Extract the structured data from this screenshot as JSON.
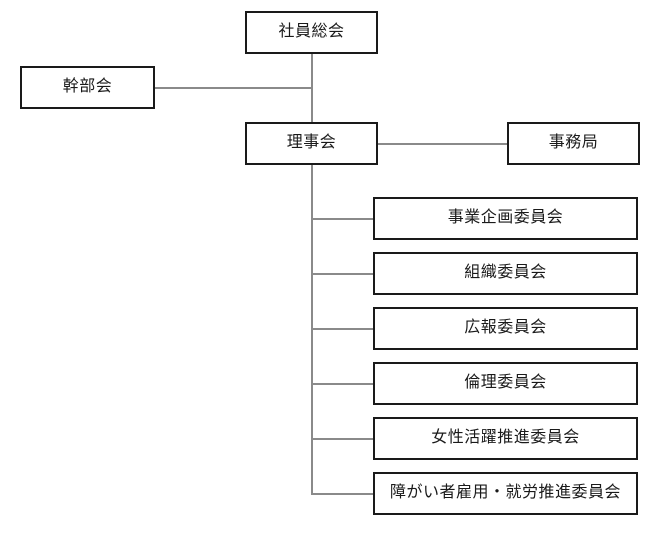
{
  "diagram": {
    "title_nodes": {
      "general_assembly": "社員総会",
      "executive_board": "幹部会",
      "board_of_directors": "理事会",
      "secretariat": "事務局"
    },
    "committees": [
      {
        "label": "事業企画委員会"
      },
      {
        "label": "組織委員会"
      },
      {
        "label": "広報委員会"
      },
      {
        "label": "倫理委員会"
      },
      {
        "label": "女性活躍推進委員会"
      },
      {
        "label": "障がい者雇用・就労推進委員会"
      }
    ],
    "colors": {
      "box_border": "#1a1a1a",
      "connector": "#8a8a8a",
      "background": "#ffffff",
      "text": "#1a1a1a"
    }
  }
}
